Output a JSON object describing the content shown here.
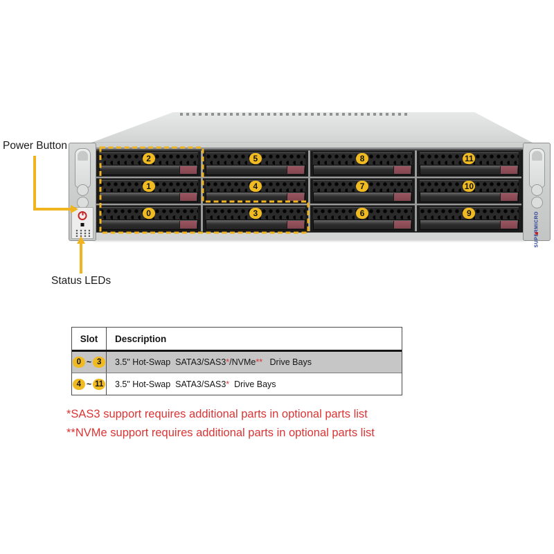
{
  "labels": {
    "power_button": "Power Button",
    "status_leds": "Status LEDs"
  },
  "server": {
    "brand_vertical": "SUPERMICRO",
    "bays": [
      "2",
      "5",
      "8",
      "11",
      "1",
      "4",
      "7",
      "10",
      "0",
      "3",
      "6",
      "9"
    ],
    "outlined_bay_group": "0-3"
  },
  "table": {
    "headers": {
      "slot": "Slot",
      "description": "Description"
    },
    "rows": [
      {
        "slot_from": "0",
        "slot_sep": "~",
        "slot_to": "3",
        "highlighted": true,
        "desc_parts": [
          {
            "text": "3.5\" Hot-Swap  SATA3/SAS3",
            "red": false
          },
          {
            "text": "*",
            "red": true
          },
          {
            "text": "/NVMe",
            "red": false
          },
          {
            "text": "**",
            "red": true
          },
          {
            "text": "   Drive Bays",
            "red": false
          }
        ]
      },
      {
        "slot_from": "4",
        "slot_sep": "~",
        "slot_to": "11",
        "highlighted": false,
        "desc_parts": [
          {
            "text": "3.5\" Hot-Swap  SATA3/SAS3",
            "red": false
          },
          {
            "text": "*",
            "red": true
          },
          {
            "text": "  Drive Bays",
            "red": false
          }
        ]
      }
    ]
  },
  "footnotes": [
    "*SAS3 support requires additional parts in optional parts list",
    "**NVMe  support requires additional parts in optional parts list"
  ],
  "colors": {
    "accent_yellow": "#efb41f",
    "badge_yellow": "#f0ba22",
    "footnote_red": "#da3434",
    "row_highlight": "#c6c6c6",
    "latch_maroon": "#824650",
    "brand_blue": "#2b3f96"
  }
}
